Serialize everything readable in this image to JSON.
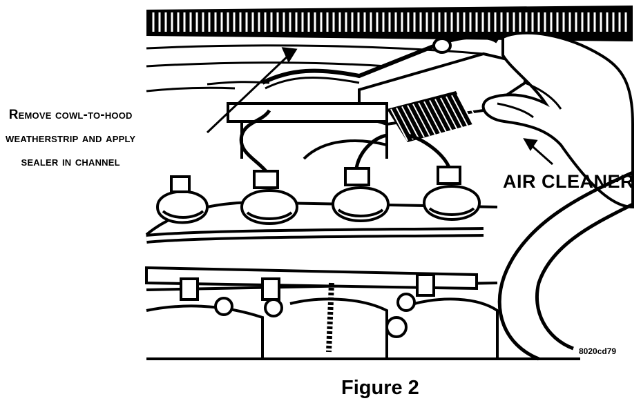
{
  "callouts": {
    "weatherstrip": {
      "line1": "Remove cowl-to-hood",
      "line2": "weatherstrip and apply",
      "line3": "sealer in channel"
    },
    "air_cleaner": "AIR CLEANER"
  },
  "image_code": "8020cd79",
  "caption": "Figure 2"
}
